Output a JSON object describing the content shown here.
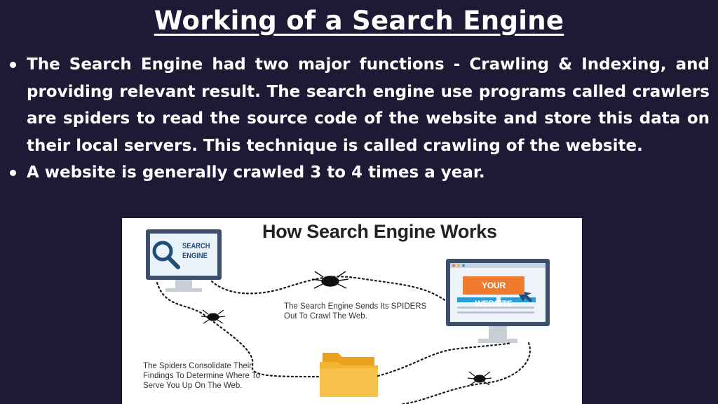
{
  "slide": {
    "title": "Working of a Search Engine",
    "bullets": [
      "The Search Engine had two major functions - Crawling & Indexing, and providing relevant result. The search engine use programs called crawlers are spiders to read the source code of the website and store this data on their local servers. This technique is called crawling of the website.",
      "A website is generally crawled 3 to 4 times a year."
    ]
  },
  "figure": {
    "title": "How Search Engine Works",
    "search_label": "SEARCH ENGINE",
    "website_label": "YOUR WEBSITE",
    "caption_spiders": "The Search Engine Sends Its SPIDERS Out To Crawl The Web.",
    "caption_consolidate": "The Spiders Consolidate Their Findings To Determine Where To Serve You Up On The Web."
  },
  "colors": {
    "background": "#1d1a36",
    "text": "#ffffff",
    "monitor_frame": "#3d4f6a",
    "accent_orange": "#f07a2d",
    "folder": "#f5b533",
    "accent_blue": "#2e9ad6"
  }
}
